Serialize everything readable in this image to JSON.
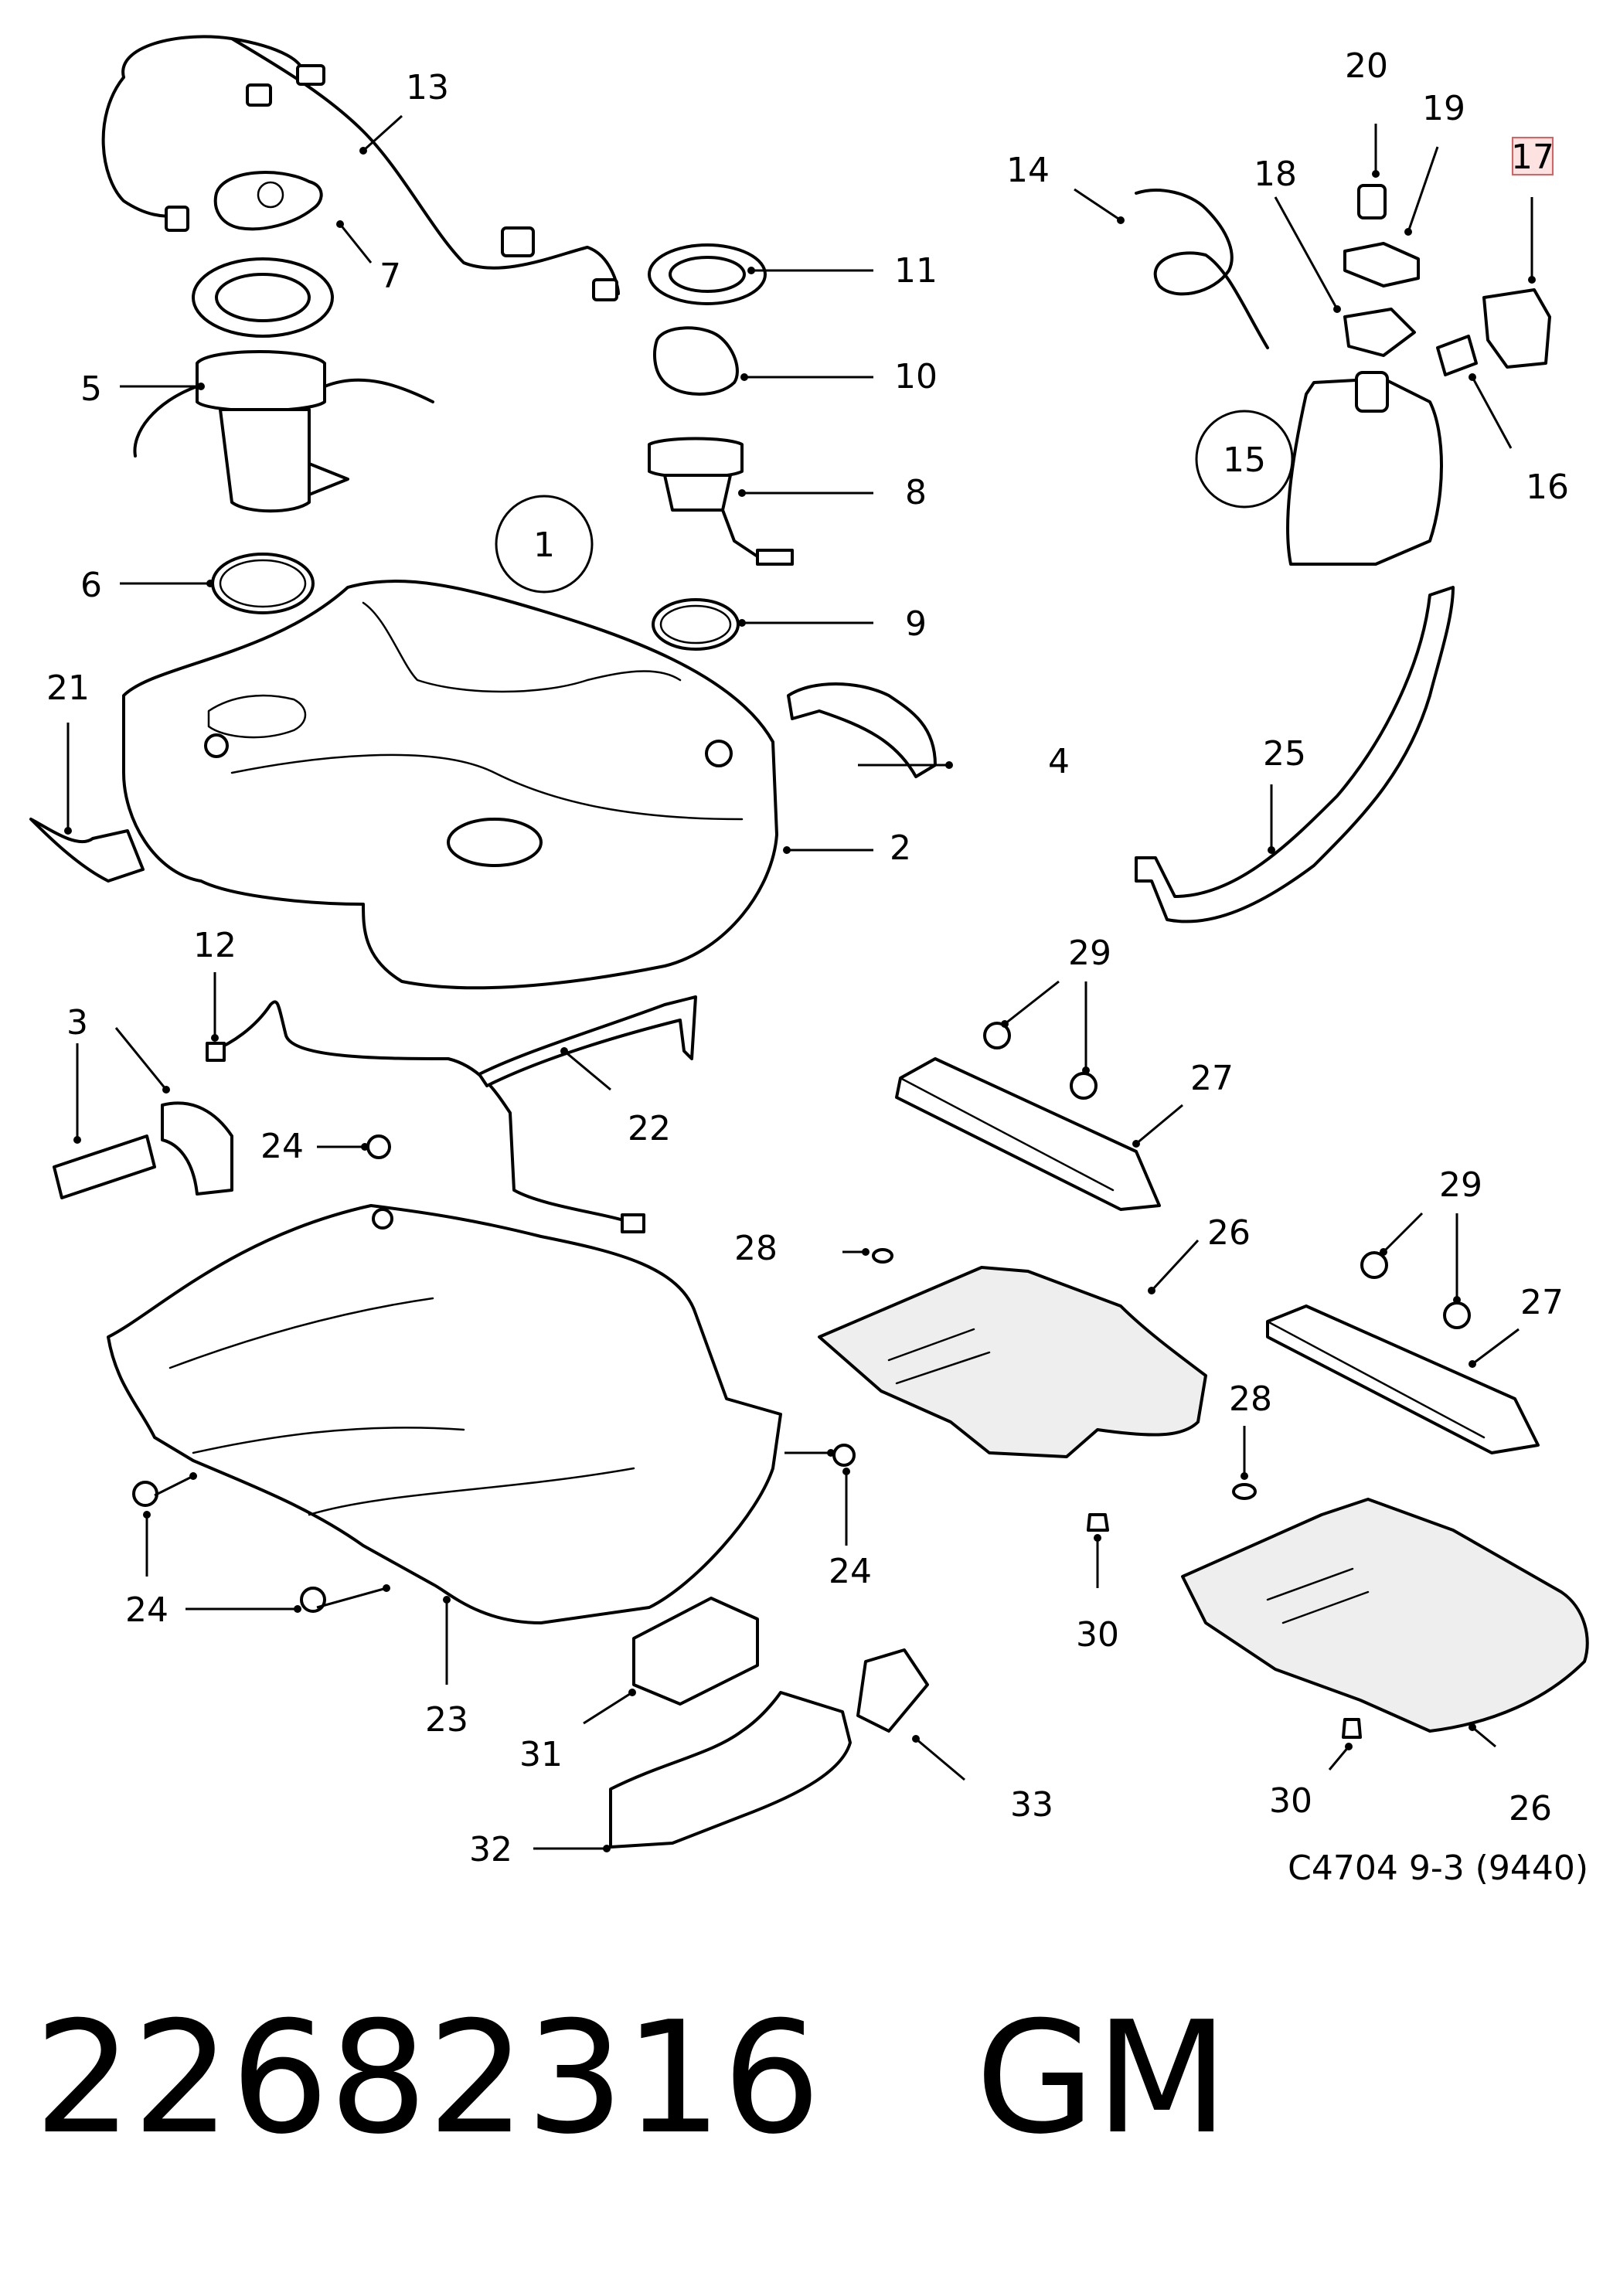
{
  "diagram": {
    "caption": "C4704 9-3 (9440)",
    "highlighted_callout": "17",
    "callouts": {
      "c1": "1",
      "c2": "2",
      "c3": "3",
      "c4": "4",
      "c5": "5",
      "c6": "6",
      "c7": "7",
      "c8": "8",
      "c9": "9",
      "c10": "10",
      "c11": "11",
      "c12": "12",
      "c13": "13",
      "c14": "14",
      "c15": "15",
      "c16": "16",
      "c17": "17",
      "c18": "18",
      "c19": "19",
      "c20": "20",
      "c21": "21",
      "c22": "22",
      "c23": "23",
      "c24a": "24",
      "c24b": "24",
      "c24c": "24",
      "c24d": "24",
      "c25": "25",
      "c26a": "26",
      "c26b": "26",
      "c27a": "27",
      "c27b": "27",
      "c28a": "28",
      "c28b": "28",
      "c29a": "29",
      "c29b": "29",
      "c30a": "30",
      "c30b": "30",
      "c31": "31",
      "c32": "32",
      "c33": "33"
    }
  },
  "part": {
    "number": "22682316",
    "manufacturer": "GM"
  }
}
